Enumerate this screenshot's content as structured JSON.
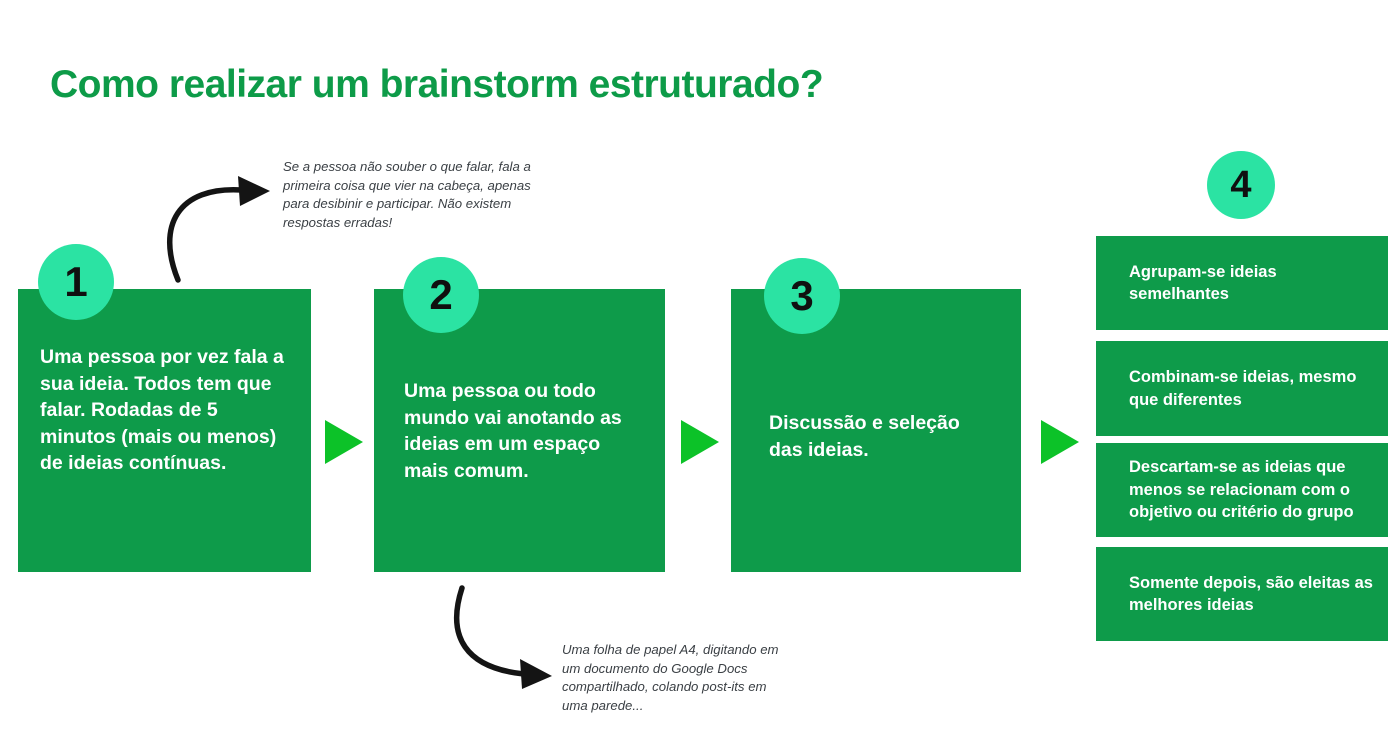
{
  "title": "Como realizar um brainstorm estruturado?",
  "annotations": {
    "top": "Se a pessoa não souber o que falar, fala a primeira coisa que vier na cabeça, apenas para desibinir e participar. Não existem respostas erradas!",
    "bottom": "Uma folha de papel A4, digitando em um documento do Google Docs compartilhado, colando post-its em uma parede..."
  },
  "steps": [
    {
      "number": "1",
      "text": "Uma pessoa por vez fala a sua ideia. Todos tem que falar. Rodadas de 5 minutos (mais ou menos) de ideias contínuas."
    },
    {
      "number": "2",
      "text": "Uma pessoa ou todo mundo vai anotando as ideias em um espaço mais comum."
    },
    {
      "number": "3",
      "text": "Discussão e seleção das ideias."
    },
    {
      "number": "4",
      "items": [
        "Agrupam-se ideias semelhantes",
        "Combinam-se ideias, mesmo que diferentes",
        "Descartam-se as ideias que menos se relacionam com o objetivo ou critério do grupo",
        "Somente depois, são eleitas as melhores ideias"
      ]
    }
  ],
  "colors": {
    "title_green": "#0d9b48",
    "box_green": "#0e9b4a",
    "circle_mint": "#2be3a3",
    "arrow_triangle_green": "#0cc228",
    "annotation_gray": "#3b4045",
    "box_text_white": "#ffffff",
    "curved_arrow_black": "#141414"
  }
}
